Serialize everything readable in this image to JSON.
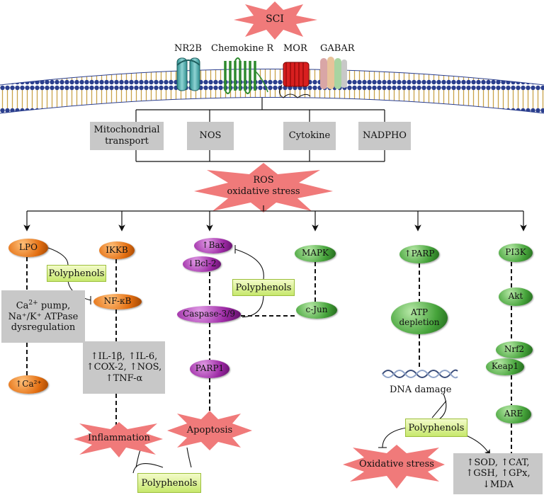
{
  "top": {
    "sci": "SCI"
  },
  "receptors": {
    "nr2b": "NR2B",
    "chemokine": "Chemokine R",
    "mor": "MOR",
    "gabar": "GABAR"
  },
  "sources": {
    "mito": "Mitochondrial transport",
    "mito_l1": "Mitochondrial",
    "mito_l2": "transport",
    "nos": "NOS",
    "cytokine": "Cytokine",
    "nadpho": "NADPHO"
  },
  "ros": {
    "line1": "ROS",
    "line2": "oxidative stress"
  },
  "col1": {
    "lpo": "LPO",
    "box_l1_pre": "Ca",
    "box_l1_sup": "2+",
    "box_l1_post": " pump,",
    "box_l2": "Na⁺/K⁺ ATPase",
    "box_l3": "dysregulation",
    "ca": "↑Ca²⁺"
  },
  "col2": {
    "ikkb": "IKKB",
    "nfkb": "NF-κB",
    "cyto_l1": "↑IL-1β, ↑IL-6,",
    "cyto_l2": "↑COX-2, ↑NOS,",
    "cyto_l3": "↑TNF-α"
  },
  "col3": {
    "bax": "↑Bax",
    "bcl2": "↓Bcl-2",
    "caspase": "Caspase-3/9",
    "parp1": "PARP1"
  },
  "col4": {
    "mapk": "MAPK",
    "cjun": "c-Jun"
  },
  "col5": {
    "parp": "↑PARP",
    "atp_l1": "ATP",
    "atp_l2": "depletion",
    "dna": "DNA damage"
  },
  "col6": {
    "pi3k": "PI3K",
    "akt": "Akt",
    "nrf2": "Nrf2",
    "keap1": "Keap1",
    "are": "ARE"
  },
  "outcomes": {
    "inflammation": "Inflammation",
    "apoptosis": "Apoptosis",
    "oxidative": "Oxidative stress"
  },
  "antioxidants": {
    "l1": "↑SOD, ↑CAT,",
    "l2": "↑GSH, ↑GPx,",
    "l3": "↓MDA"
  },
  "polyphenols": {
    "p1": "Polyphenols",
    "p2": "Polyphenols",
    "p3": "Polyphenols",
    "p4": "Polyphenols"
  },
  "colors": {
    "orange": "#e36f12",
    "purple": "#9d2aa5",
    "green": "#45a33a",
    "burst": "#f07a7a",
    "box": "#c8c8c8"
  }
}
